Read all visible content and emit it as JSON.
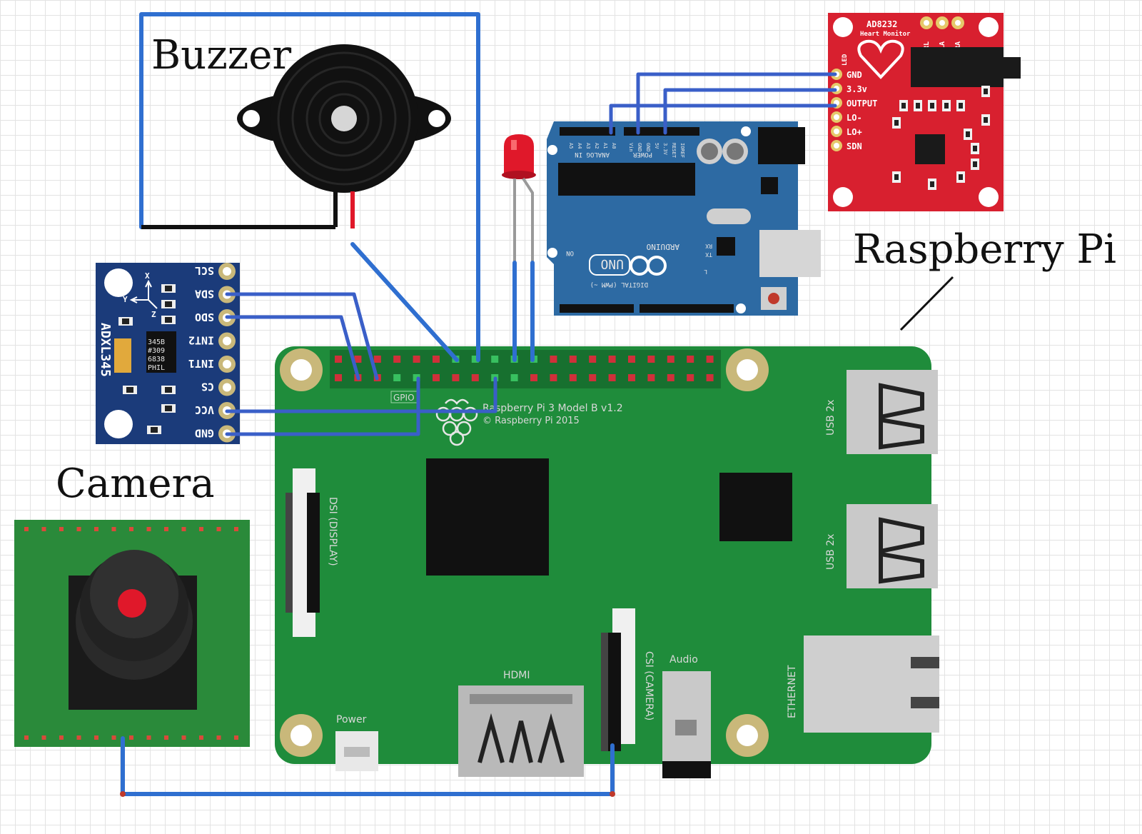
{
  "labels": {
    "buzzer": "Buzzer",
    "raspberry_pi": "Raspberry Pi",
    "camera": "Camera"
  },
  "adxl345": {
    "name": "ADXL345",
    "axis_x": "X",
    "axis_y": "Y",
    "axis_z": "Z",
    "pins": [
      "SCL",
      "SDA",
      "SDO",
      "INT2",
      "INT1",
      "CS",
      "VCC",
      "GND"
    ],
    "chip_text": [
      "345B",
      "#309",
      "6838",
      "PHIL"
    ]
  },
  "ad8232": {
    "title": "AD8232",
    "subtitle": "Heart Monitor",
    "top_pins": [
      "LED",
      "RL",
      "LA",
      "RA"
    ],
    "pins": [
      "GND",
      "3.3v",
      "OUTPUT",
      "LO-",
      "LO+",
      "SDN"
    ]
  },
  "arduino": {
    "analog_header": "ANALOG IN",
    "power_header": "POWER",
    "analog_pins": [
      "A0",
      "A1",
      "A2",
      "A3",
      "A4",
      "A5"
    ],
    "power_pins": [
      "Vin",
      "GND",
      "GND",
      "5V",
      "3.3V",
      "RESET",
      "IOREF"
    ],
    "digital_header": "DIGITAL (PWM ~)",
    "brand": "ARDUINO",
    "model": "UNO",
    "on_label": "ON",
    "tx": "TX",
    "rx": "RX",
    "l": "L"
  },
  "pi": {
    "model_line": "Raspberry Pi 3 Model B v1.2",
    "copyright_line": "© Raspberry Pi 2015",
    "gpio_label": "GPIO",
    "dsi_label": "DSI (DISPLAY)",
    "csi_label": "CSI (CAMERA)",
    "hdmi_label": "HDMI",
    "power_label": "Power",
    "audio_label": "Audio",
    "usb_label_1": "USB 2x",
    "usb_label_2": "USB 2x",
    "ethernet_label": "ETHERNET"
  },
  "colors": {
    "pi_board": "#1f8c3b",
    "arduino_board": "#2d6aa3",
    "ad8232_board": "#d8202f",
    "adxl_board": "#1b3b7a",
    "camera_board": "#2a8a3a",
    "wire": "#3a5fc8"
  }
}
